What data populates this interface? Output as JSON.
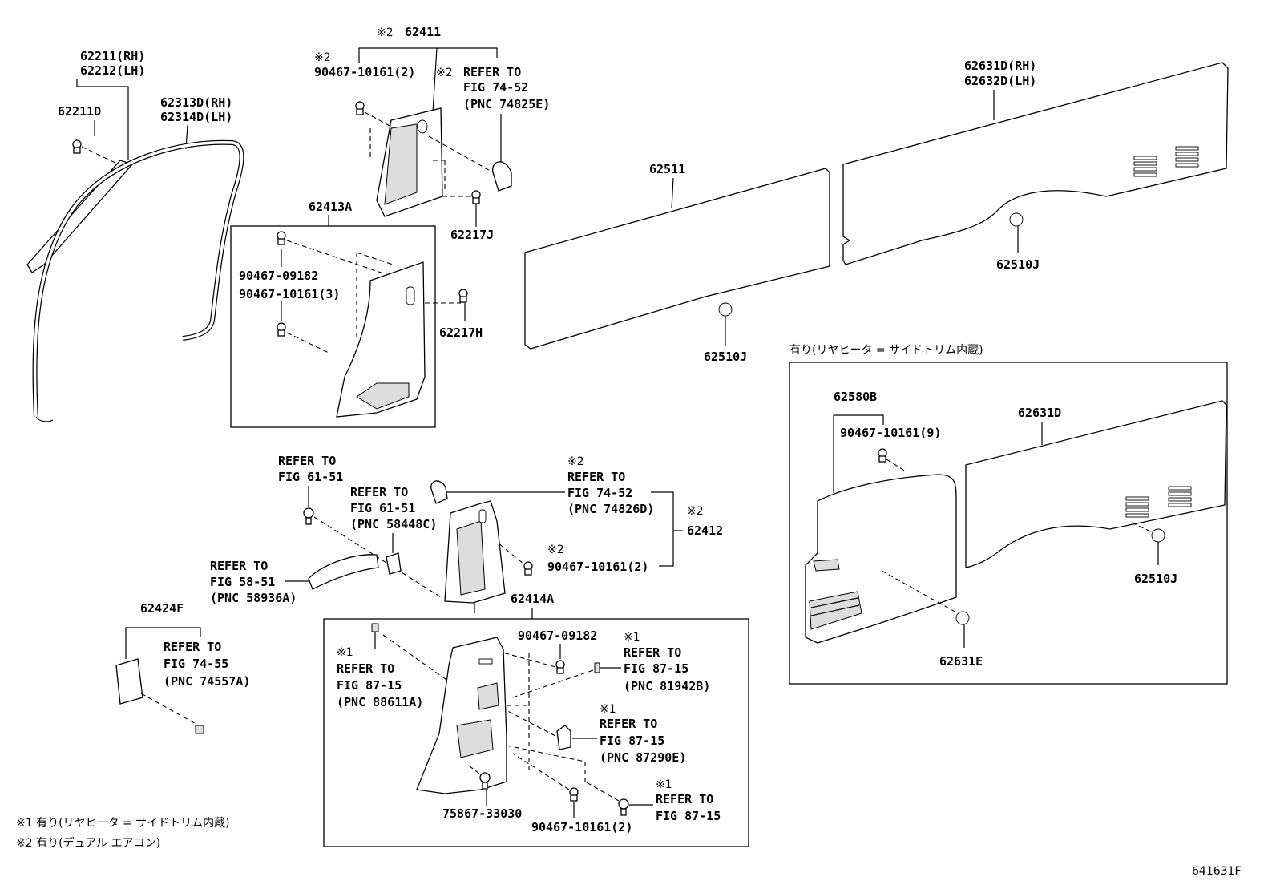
{
  "labels": {
    "p62211": "62211(RH)",
    "p62212": "62212(LH)",
    "p62211D": "62211D",
    "p62313D": "62313D(RH)",
    "p62314D": "62314D(LH)",
    "p62411_mark": "※2",
    "p62411": "62411",
    "mark2_a": "※2",
    "p90467_10161_2a": "90467-10161(2)",
    "mark2_b": "※2",
    "refer_to_a": "REFER TO",
    "fig_74_52_a": "FIG 74-52",
    "pnc_74825e": "(PNC 74825E)",
    "p62217J": "62217J",
    "p62413A": "62413A",
    "p90467_09182_a": "90467-09182",
    "p90467_10161_3": "90467-10161(3)",
    "p62217H": "62217H",
    "p62511": "62511",
    "p62510J_a": "62510J",
    "p62631D_rh": "62631D(RH)",
    "p62632D_lh": "62632D(LH)",
    "p62510J_b": "62510J",
    "box_note_jp": "有り(リヤヒータ = サイドトリム内蔵)",
    "p62580B": "62580B",
    "p90467_10161_9": "90467-10161(9)",
    "p62631D": "62631D",
    "p62510J_c": "62510J",
    "p62631E": "62631E",
    "refer_to_b": "REFER TO",
    "fig_61_51_a": "FIG 61-51",
    "refer_to_c": "REFER TO",
    "fig_61_51_b": "FIG 61-51",
    "pnc_58448c": "(PNC 58448C)",
    "mark2_c": "※2",
    "refer_to_d": "REFER TO",
    "fig_74_52_b": "FIG 74-52",
    "pnc_74826d": "(PNC 74826D)",
    "mark2_d": "※2",
    "p62412": "62412",
    "mark2_e": "※2",
    "p90467_10161_2b": "90467-10161(2)",
    "refer_to_e": "REFER TO",
    "fig_58_51": "FIG 58-51",
    "pnc_58936a": "(PNC 58936A)",
    "p62414A": "62414A",
    "p62424F": "62424F",
    "refer_to_f": "REFER TO",
    "fig_74_55": "FIG 74-55",
    "pnc_74557a": "(PNC 74557A)",
    "p90467_09182_b": "90467-09182",
    "mark1_a": "※1",
    "refer_to_g": "REFER TO",
    "fig_87_15_a": "FIG 87-15",
    "pnc_81942b": "(PNC 81942B)",
    "mark1_b": "※1",
    "refer_to_h": "REFER TO",
    "fig_87_15_b": "FIG 87-15",
    "pnc_88611a": "(PNC 88611A)",
    "mark1_c": "※1",
    "refer_to_i": "REFER TO",
    "fig_87_15_c": "FIG 87-15",
    "pnc_87290e": "(PNC 87290E)",
    "mark1_d": "※1",
    "refer_to_j": "REFER TO",
    "fig_87_15_d": "FIG 87-15",
    "p75867_33030": "75867-33030",
    "p90467_10161_2c": "90467-10161(2)",
    "footnote_1": "※1 有り(リヤヒータ = サイドトリム内蔵)",
    "footnote_2": "※2 有り(デュアル エアコン)",
    "figure_id": "641631F"
  }
}
